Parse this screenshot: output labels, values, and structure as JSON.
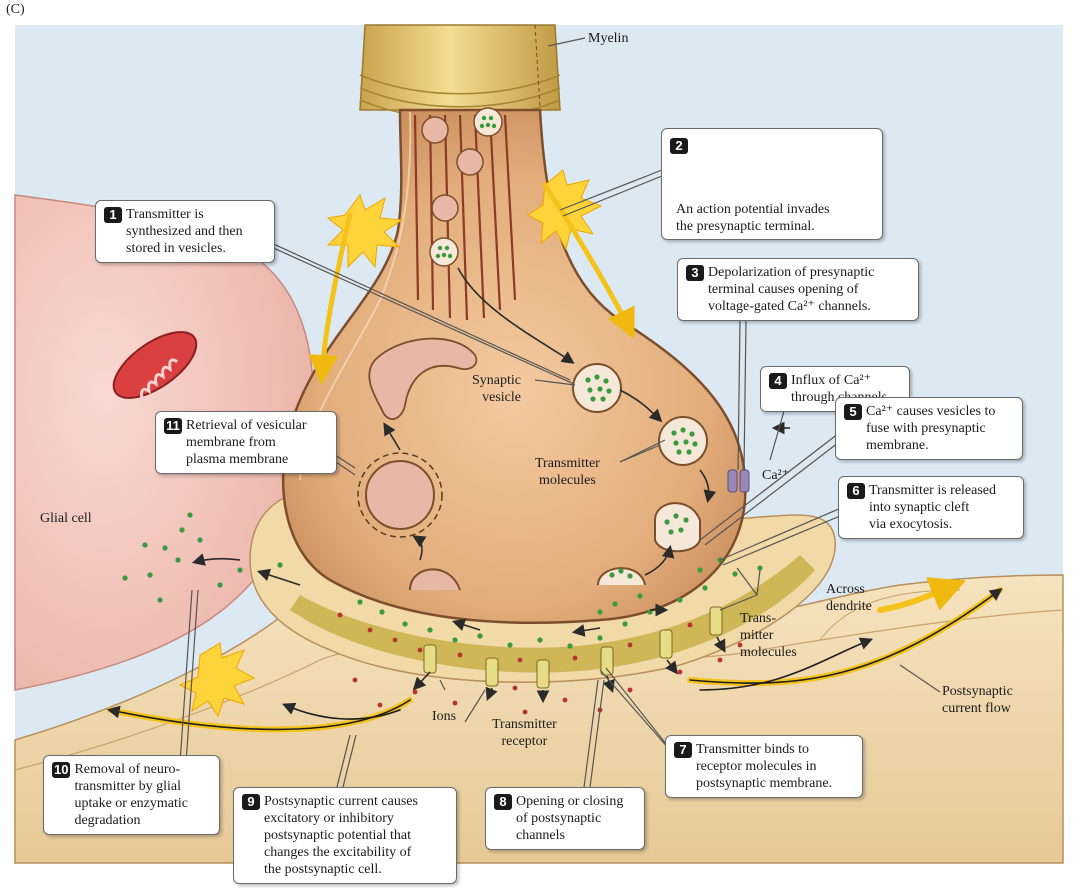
{
  "panel_label": "(C)",
  "steps": [
    {
      "n": "1",
      "text": "Transmitter is\nsynthesized and then\nstored in vesicles."
    },
    {
      "n": "2",
      "text": "An action potential invades\nthe presynaptic terminal."
    },
    {
      "n": "3",
      "text": "Depolarization of presynaptic\nterminal causes opening of\nvoltage-gated Ca²⁺ channels."
    },
    {
      "n": "4",
      "text": "Influx of Ca²⁺\nthrough channels"
    },
    {
      "n": "5",
      "text": "Ca²⁺ causes vesicles to\nfuse with presynaptic\nmembrane."
    },
    {
      "n": "6",
      "text": "Transmitter is released\ninto synaptic cleft\nvia exocytosis."
    },
    {
      "n": "7",
      "text": "Transmitter binds to\nreceptor molecules in\npostsynaptic membrane."
    },
    {
      "n": "8",
      "text": "Opening or closing\nof postsynaptic\nchannels"
    },
    {
      "n": "9",
      "text": "Postsynaptic current causes\nexcitatory or inhibitory\npostsynaptic potential that\nchanges the excitability of\nthe postsynaptic cell."
    },
    {
      "n": "10",
      "text": "Removal of neuro-\ntransmitter by glial\nuptake or enzymatic\ndegradation"
    },
    {
      "n": "11",
      "text": "Retrieval of vesicular\nmembrane from\nplasma membrane"
    }
  ],
  "labels": {
    "myelin": "Myelin",
    "synaptic_vesicle": "Synaptic\nvesicle",
    "transmitter_molecules": "Transmitter\nmolecules",
    "ca": "Ca²⁺",
    "glial_cell": "Glial cell",
    "across_dendrite": "Across\ndendrite",
    "trans_mitter_molecules": "Trans-\nmitter\nmolecules",
    "postsynaptic_current_flow": "Postsynaptic\ncurrent flow",
    "ions": "Ions",
    "transmitter_receptor": "Transmitter\nreceptor"
  },
  "colors": {
    "background": "#dce9f3",
    "neuron_fill": "#e7b787",
    "neuron_edge": "#8a5a3a",
    "myelin": "#e9cd7f",
    "glial_cell": "#f2c9c0",
    "dendrite": "#f1dcb2",
    "cleft": "#c9b04a",
    "transmitter": "#3b9a3e",
    "ion": "#b8322f",
    "current_arrow": "#f3c21b",
    "action_potential_flash": "#ffd43b"
  }
}
